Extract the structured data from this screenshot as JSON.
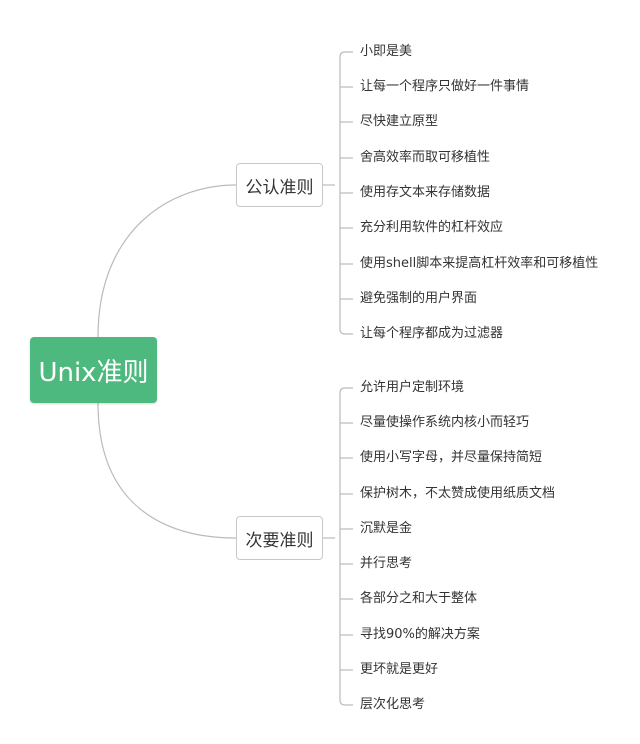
{
  "root": {
    "label": "Unix准则"
  },
  "branches": [
    {
      "label": "公认准则",
      "items": [
        "小即是美",
        "让每一个程序只做好一件事情",
        "尽快建立原型",
        "舍高效率而取可移植性",
        "使用存文本来存储数据",
        "充分利用软件的杠杆效应",
        "使用shell脚本来提高杠杆效率和可移植性",
        "避免强制的用户界面",
        "让每个程序都成为过滤器"
      ]
    },
    {
      "label": "次要准则",
      "items": [
        "允许用户定制环境",
        "尽量使操作系统内核小而轻巧",
        "使用小写字母，并尽量保持简短",
        "保护树木，不太赞成使用纸质文档",
        "沉默是金",
        "并行思考",
        "各部分之和大于整体",
        "寻找90%的解决方案",
        "更坏就是更好",
        "层次化思考"
      ]
    }
  ],
  "colors": {
    "root_fill": "#4db97e",
    "line": "#bbbbbb",
    "text": "#333333"
  }
}
